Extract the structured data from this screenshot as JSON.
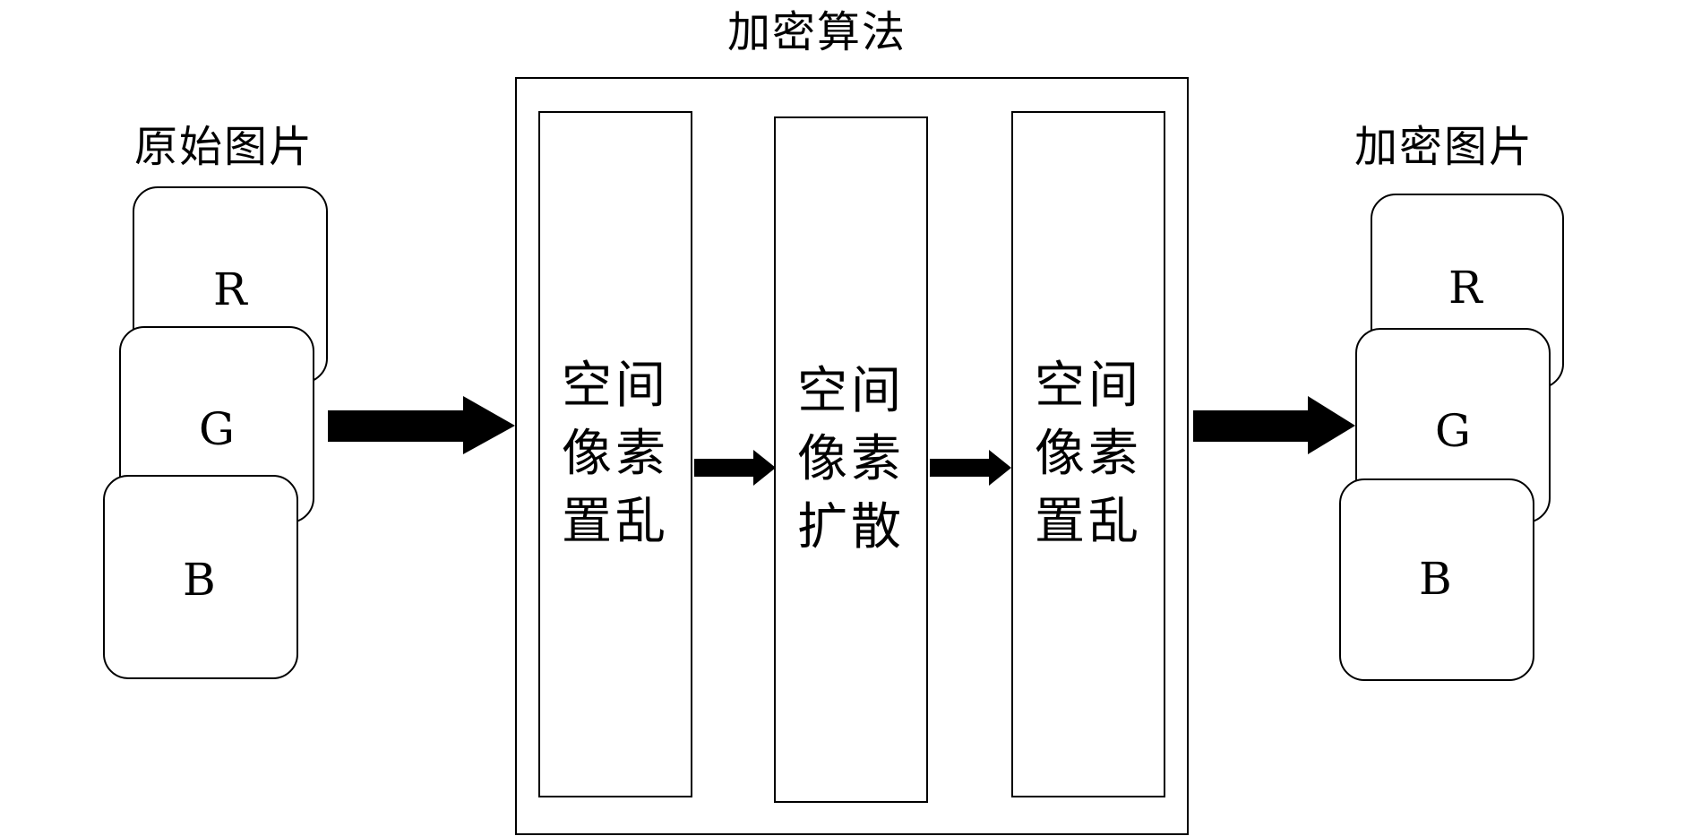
{
  "algorithm": {
    "title": "加密算法",
    "steps": [
      {
        "label": "空间像素置乱"
      },
      {
        "label": "空间像素扩散"
      },
      {
        "label": "空间像素置乱"
      }
    ]
  },
  "input": {
    "title": "原始图片",
    "channels": [
      "R",
      "G",
      "B"
    ]
  },
  "output": {
    "title": "加密图片",
    "channels": [
      "R",
      "G",
      "B"
    ]
  },
  "colors": {
    "stroke": "#000000",
    "background": "#ffffff"
  }
}
